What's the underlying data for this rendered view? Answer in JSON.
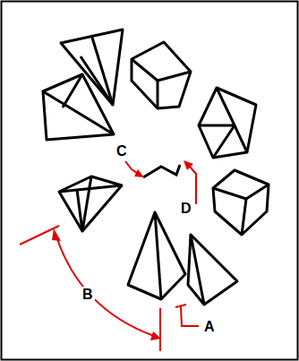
{
  "diagram": {
    "labels": [
      "C",
      "D",
      "B",
      "A"
    ]
  }
}
